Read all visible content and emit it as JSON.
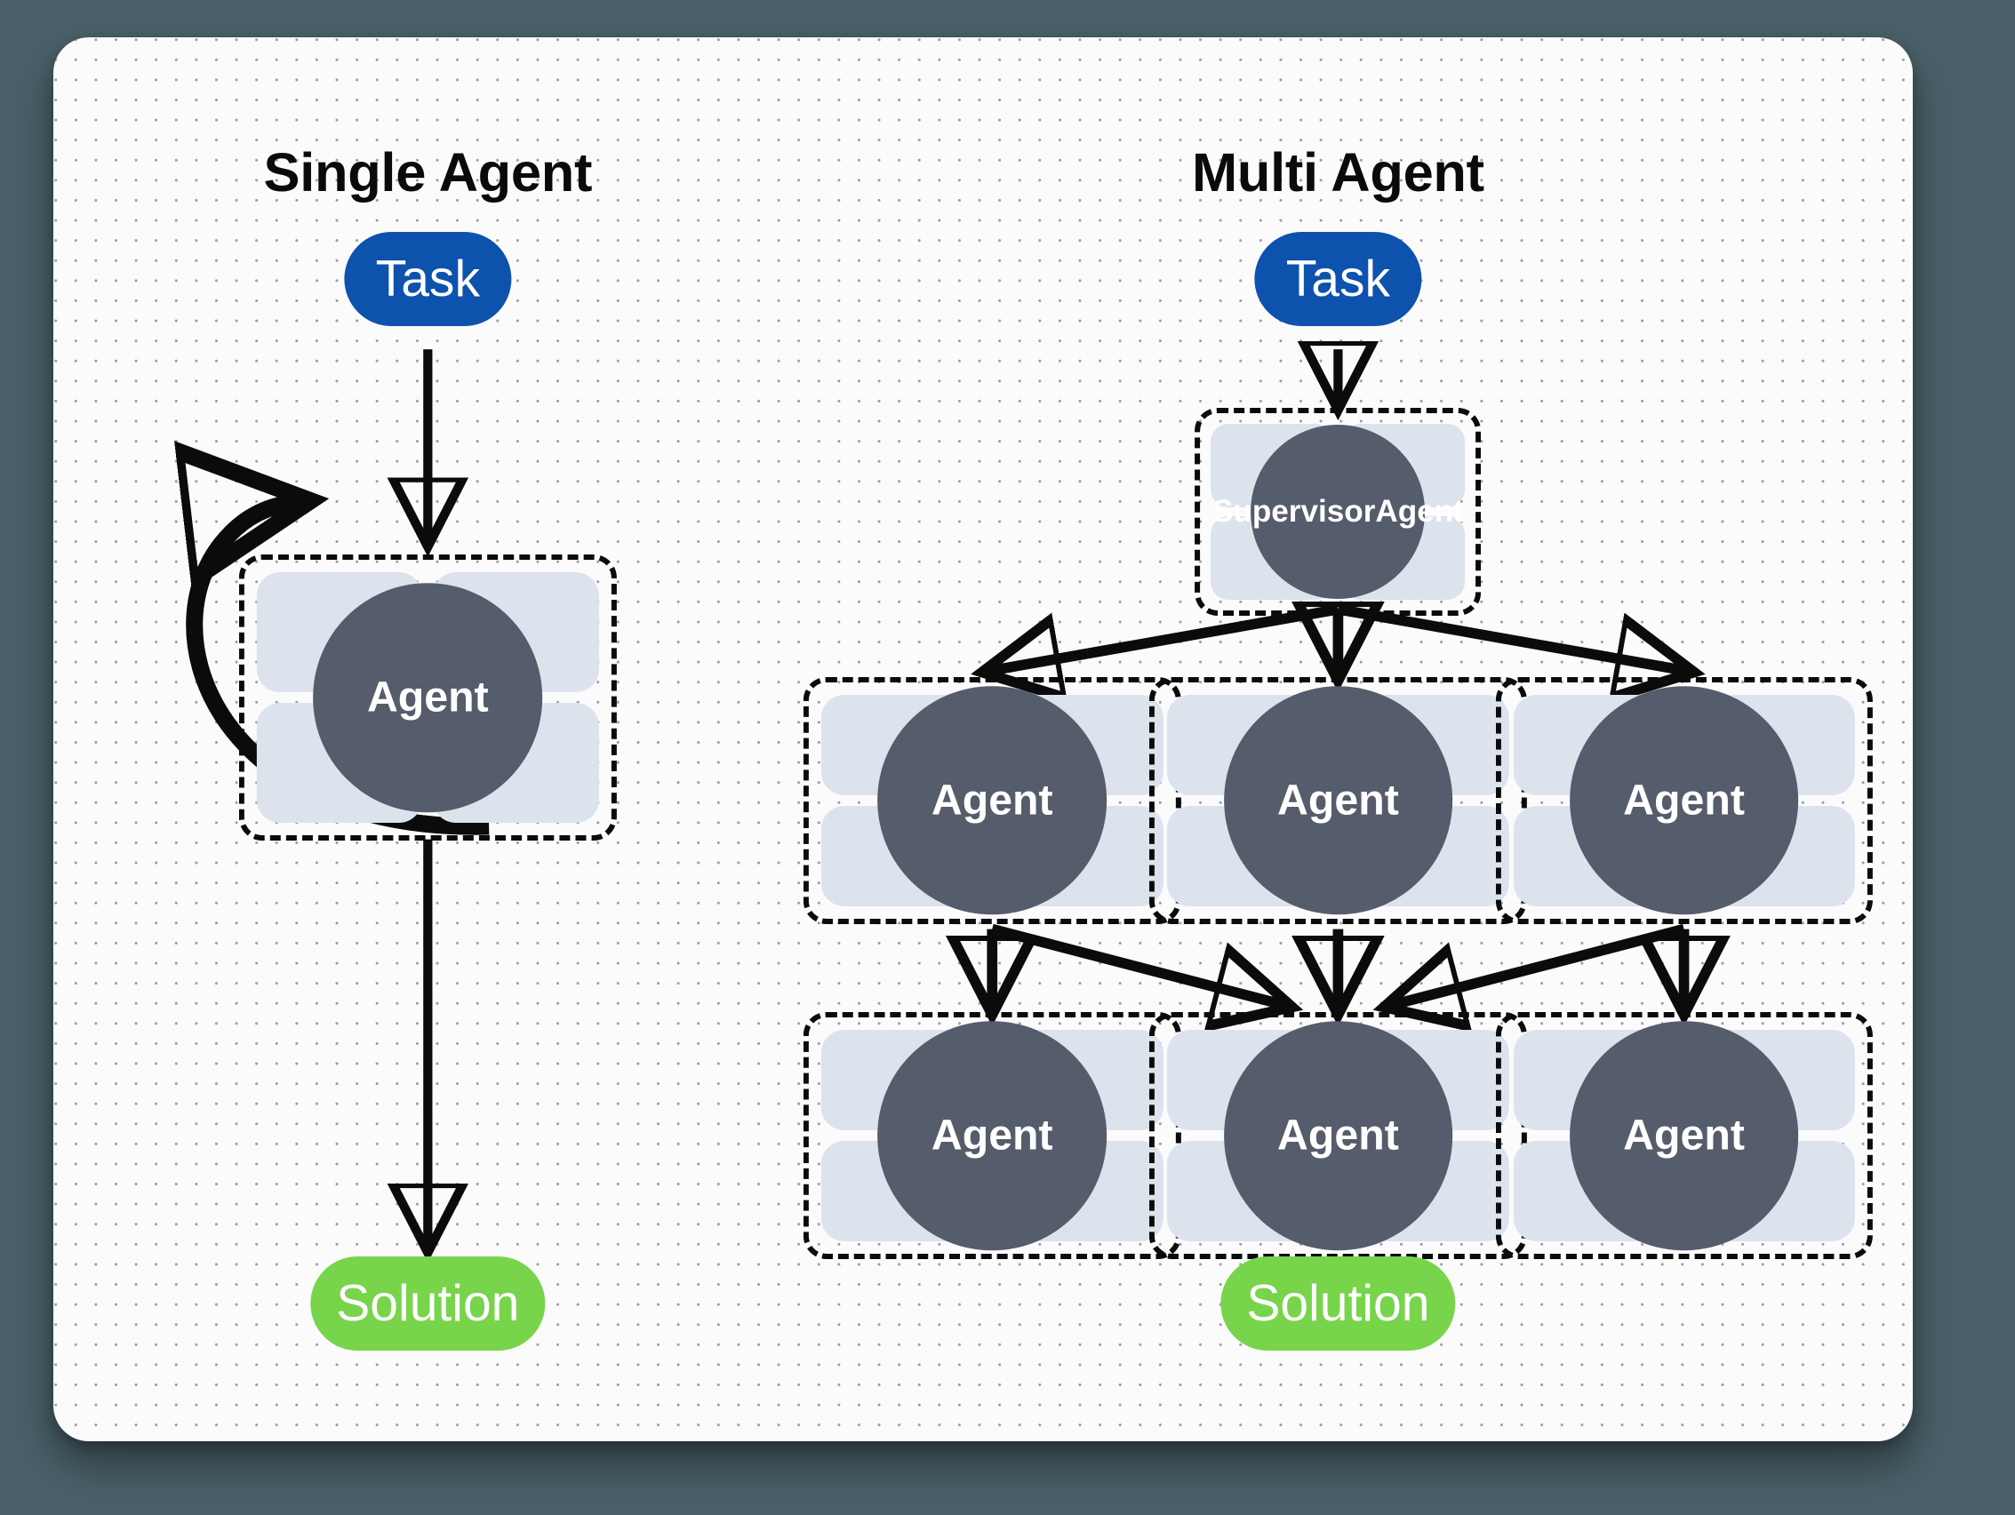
{
  "canvas": {
    "background_color": "#4a6069",
    "card_color": "#fbfbfc",
    "dot_color": "#9aa0a6"
  },
  "palette": {
    "task_blue": "#0d52ad",
    "solution_green": "#78d44b",
    "agent_core": "#555c6b",
    "agent_tile": "#dde3ec",
    "stroke": "#0b0b0b"
  },
  "panels": {
    "left": {
      "title": "Single Agent",
      "task_label": "Task",
      "agent_label": "Agent",
      "solution_label": "Solution"
    },
    "right": {
      "title": "Multi Agent",
      "task_label": "Task",
      "supervisor_label_line1": "Supervisor",
      "supervisor_label_line2": "Agent",
      "solution_label": "Solution",
      "row1": [
        {
          "label": "Agent"
        },
        {
          "label": "Agent"
        },
        {
          "label": "Agent"
        }
      ],
      "row2": [
        {
          "label": "Agent"
        },
        {
          "label": "Agent"
        },
        {
          "label": "Agent"
        }
      ]
    }
  }
}
